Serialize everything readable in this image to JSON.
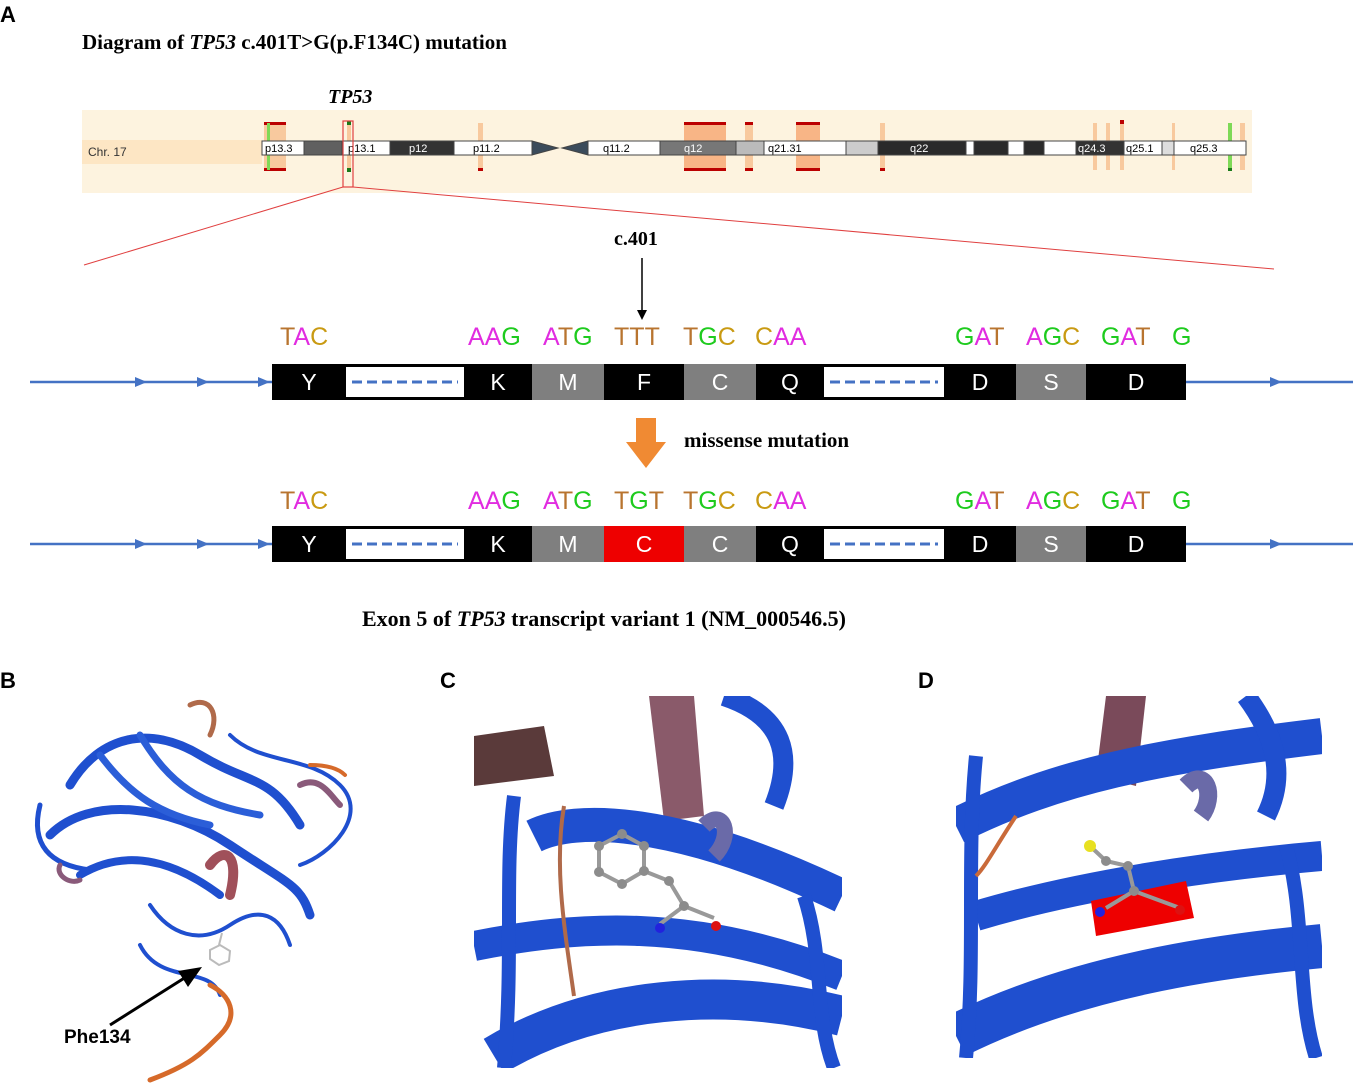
{
  "panels": {
    "a": "A",
    "b": "B",
    "c": "C",
    "d": "D"
  },
  "panel_a": {
    "title_prefix": "Diagram of ",
    "title_gene": "TP53",
    "title_suffix": " c.401T>G(p.F134C) mutation",
    "gene_label": "TP53",
    "chromosome": {
      "name": "Chr. 17",
      "bands": [
        "p13.3",
        "p13.1",
        "p12",
        "p11.2",
        "q11.2",
        "q12",
        "q21.31",
        "q22",
        "q24.3",
        "q25.1",
        "q25.3"
      ]
    },
    "position_label": "c.401",
    "mutation_label": "missense mutation",
    "exon_caption_prefix": "Exon 5 of ",
    "exon_caption_gene": "TP53",
    "exon_caption_suffix": " transcript variant 1 (NM_000546.5)",
    "codon_colors": {
      "T": "#b8742f",
      "A": "#e12ce0",
      "G": "#1ecb1e",
      "C": "#c99a12"
    },
    "wild_type": {
      "codons": [
        "TAC",
        "AAG",
        "ATG",
        "TTT",
        "TGC",
        "CAA",
        "GAT",
        "AGC",
        "GAT",
        "G"
      ],
      "amino_acids": [
        "Y",
        "K",
        "M",
        "F",
        "C",
        "Q",
        "D",
        "S",
        "D"
      ]
    },
    "mutant": {
      "codons": [
        "TAC",
        "AAG",
        "ATG",
        "TGT",
        "TGC",
        "CAA",
        "GAT",
        "AGC",
        "GAT",
        "G"
      ],
      "amino_acids": [
        "Y",
        "K",
        "M",
        "C",
        "C",
        "Q",
        "D",
        "S",
        "D"
      ]
    }
  },
  "panel_b": {
    "residue_label": "Phe134"
  },
  "colors": {
    "protein_blue": "#1f4fcf",
    "highlight_red": "#ee0000",
    "arrow_orange": "#f08a33",
    "line_blue": "#4472c4"
  }
}
